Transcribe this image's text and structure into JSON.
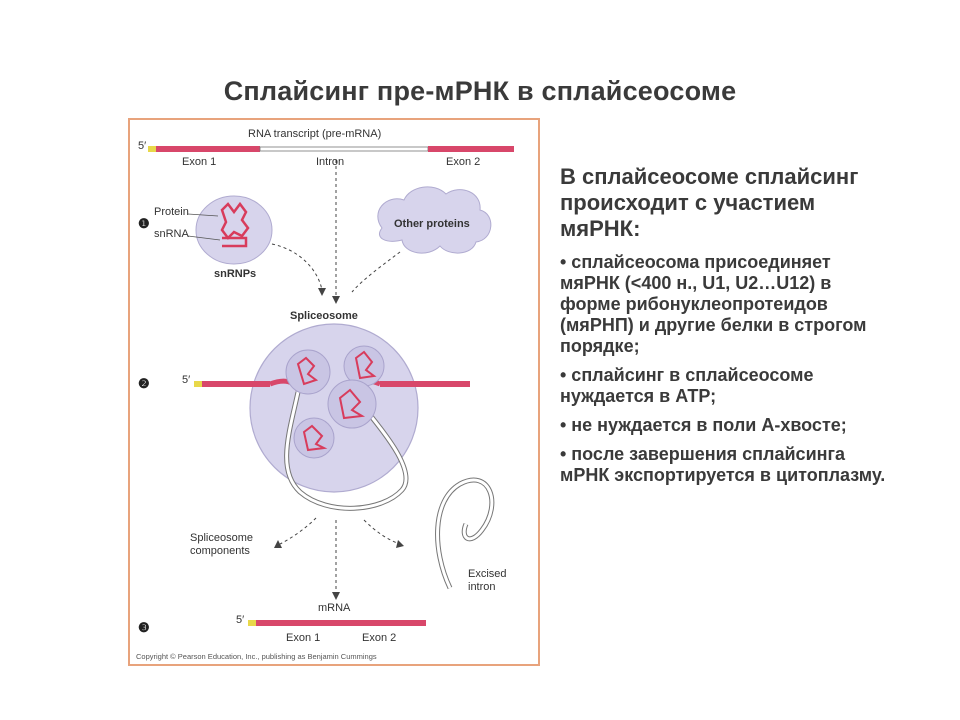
{
  "title": "Сплайсинг пре-мРНК в сплайсеосоме",
  "diagram": {
    "header": "RNA transcript (pre-mRNA)",
    "five_prime": "5′",
    "exon1": "Exon 1",
    "intron": "Intron",
    "exon2": "Exon 2",
    "protein": "Protein",
    "snrna": "snRNA",
    "snrnps": "snRNPs",
    "other_proteins": "Other proteins",
    "spliceosome": "Spliceosome",
    "spliceosome_components": "Spliceosome components",
    "excised_intron": "Excised intron",
    "mrna": "mRNA",
    "step1": "1",
    "step2": "2",
    "step3": "3",
    "copyright": "Copyright © Pearson Education, Inc., publishing as Benjamin Cummings",
    "colors": {
      "exon": "#d8476a",
      "five_prime_cap": "#e8d84a",
      "snrna": "#d83c5c",
      "particle": "#d7d4ec",
      "border": "#e8a37c"
    }
  },
  "text": {
    "heading": "В сплайсеосоме сплайсинг происходит с участием мяРНК:",
    "bullets": [
      "• сплайсеосома присоединяет мяРНК  (<400 н., U1, U2…U12) в форме рибонуклеопротеидов (мяРНП) и другие белки в строгом порядке;",
      "• сплайсинг в сплайсеосоме нуждается в АТР;",
      "• не нуждается в поли А-хвосте;",
      "• после завершения сплайсинга мРНК экспортируется в цитоплазму."
    ]
  }
}
